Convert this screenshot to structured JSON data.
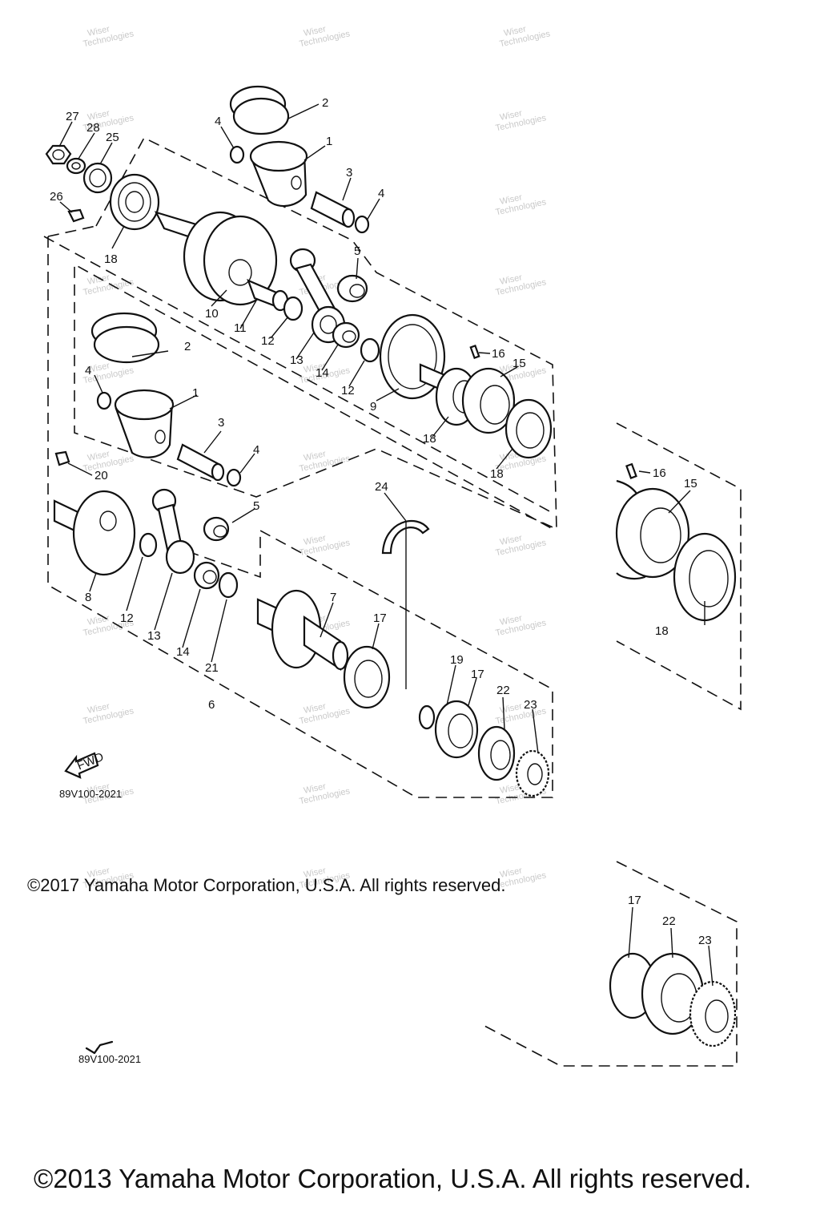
{
  "figure_codes": [
    "89V100-2021",
    "89V100-2021"
  ],
  "fwd_badge": "FWD",
  "watermark": [
    "Wiser",
    "Technologies"
  ],
  "copyright_lines": [
    "©2017 Yamaha Motor Corporation, U.S.A. All rights reserved.",
    "©2013 Yamaha Motor Corporation, U.S.A. All rights reserved."
  ],
  "callouts": {
    "upper_assembly": [
      "27",
      "28",
      "25",
      "26",
      "18",
      "2",
      "4",
      "1",
      "3",
      "4",
      "5",
      "10",
      "11",
      "12",
      "13",
      "14",
      "12",
      "9",
      "16",
      "15",
      "18",
      "18"
    ],
    "lower_assembly": [
      "2",
      "4",
      "1",
      "3",
      "4",
      "20",
      "5",
      "8",
      "12",
      "13",
      "14",
      "21",
      "6",
      "7",
      "17",
      "24",
      "19",
      "17",
      "22",
      "23"
    ],
    "inset_bearing": [
      "16",
      "15",
      "18"
    ],
    "inset_gear": [
      "17",
      "22",
      "23"
    ]
  }
}
